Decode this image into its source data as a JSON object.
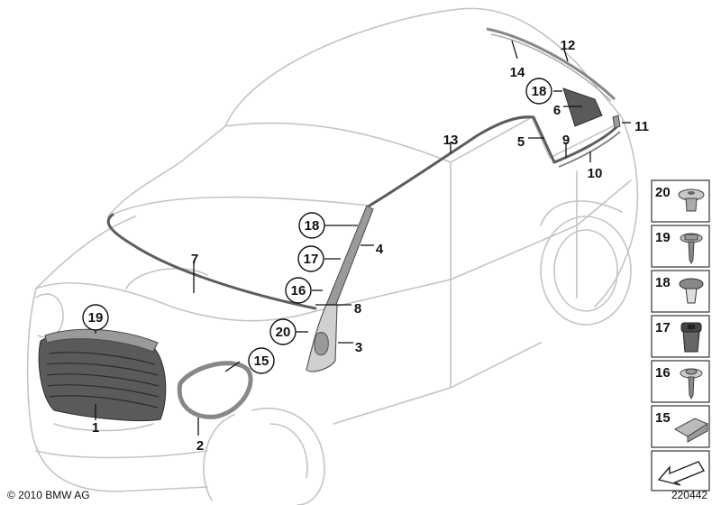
{
  "diagram": {
    "callouts": [
      {
        "id": "c1",
        "label": "1",
        "circled": false
      },
      {
        "id": "c2",
        "label": "2",
        "circled": false
      },
      {
        "id": "c3",
        "label": "3",
        "circled": false
      },
      {
        "id": "c4",
        "label": "4",
        "circled": false
      },
      {
        "id": "c5",
        "label": "5",
        "circled": false
      },
      {
        "id": "c6",
        "label": "6",
        "circled": false
      },
      {
        "id": "c7",
        "label": "7",
        "circled": false
      },
      {
        "id": "c8",
        "label": "8",
        "circled": false
      },
      {
        "id": "c9",
        "label": "9",
        "circled": false
      },
      {
        "id": "c10",
        "label": "10",
        "circled": false
      },
      {
        "id": "c11",
        "label": "11",
        "circled": false
      },
      {
        "id": "c12",
        "label": "12",
        "circled": false
      },
      {
        "id": "c13",
        "label": "13",
        "circled": false
      },
      {
        "id": "c14",
        "label": "14",
        "circled": false
      },
      {
        "id": "c15",
        "label": "15",
        "circled": true
      },
      {
        "id": "c16",
        "label": "16",
        "circled": true
      },
      {
        "id": "c17",
        "label": "17",
        "circled": true
      },
      {
        "id": "c18a",
        "label": "18",
        "circled": true
      },
      {
        "id": "c18b",
        "label": "18",
        "circled": true
      },
      {
        "id": "c19",
        "label": "19",
        "circled": true
      },
      {
        "id": "c20",
        "label": "20",
        "circled": true
      }
    ],
    "legend": [
      {
        "label": "20",
        "icon": "expanding-rivet-icon"
      },
      {
        "label": "19",
        "icon": "hex-screw-icon"
      },
      {
        "label": "18",
        "icon": "push-clip-icon"
      },
      {
        "label": "17",
        "icon": "grommet-nut-icon"
      },
      {
        "label": "16",
        "icon": "washer-screw-icon"
      },
      {
        "label": "15",
        "icon": "bracket-clip-icon"
      }
    ],
    "footer": {
      "copyright": "© 2010 BMW AG",
      "image_number": "220442"
    },
    "colors": {
      "car_outline": "#c4c4c4",
      "part_dark": "#5a5a5a",
      "text": "#111111"
    }
  }
}
